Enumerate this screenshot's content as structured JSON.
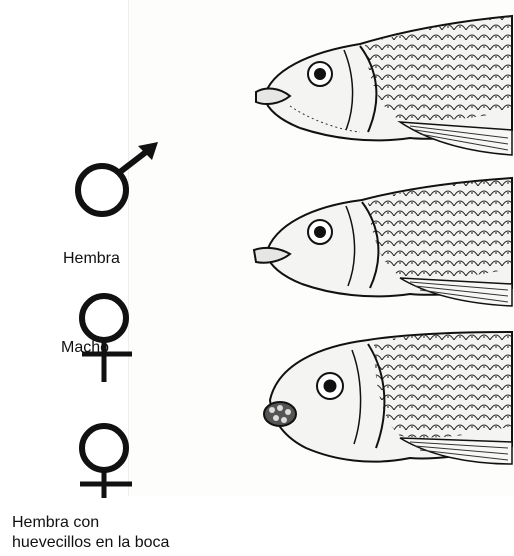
{
  "symbols": {
    "male": "male-symbol-icon",
    "female": "female-symbol-icon"
  },
  "labels": {
    "hembra": "Hembra",
    "macho": "Macho",
    "hembra_con_huevecillos_line1": "Hembra con",
    "hembra_con_huevecillos_line2": "huevecillos en la boca"
  },
  "fish_illustrations": [
    "male-fish-head",
    "female-fish-head",
    "female-fish-head-mouthbrooding"
  ],
  "colors": {
    "ink": "#111111",
    "paper": "#fdfdfc"
  }
}
